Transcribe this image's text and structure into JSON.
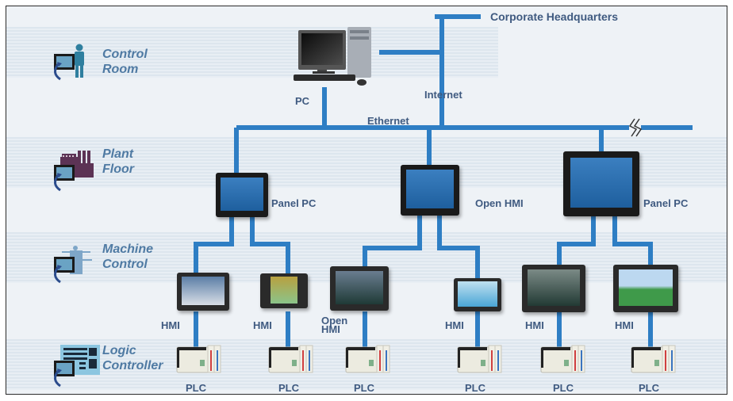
{
  "diagram": {
    "tiers": [
      {
        "name": "Control Room",
        "line1": "Control",
        "line2": "Room",
        "icon": "operator-person-icon"
      },
      {
        "name": "Plant Floor",
        "line1": "Plant",
        "line2": "Floor",
        "icon": "factory-icon"
      },
      {
        "name": "Machine Control",
        "line1": "Machine",
        "line2": "Control",
        "icon": "machine-icon"
      },
      {
        "name": "Logic Controller",
        "line1": "Logic",
        "line2": "Controller",
        "icon": "logic-controller-icon"
      }
    ],
    "network": {
      "corporate": "Corporate Headquarters",
      "internet": "Internet",
      "ethernet": "Ethernet",
      "pc": "PC",
      "break_symbol": "line-break-icon"
    },
    "panels": [
      {
        "label": "Panel PC",
        "type": "panel-pc"
      },
      {
        "label": "Open HMI",
        "type": "open-hmi"
      },
      {
        "label": "Panel PC",
        "type": "panel-pc"
      }
    ],
    "hmis": [
      {
        "label": "HMI"
      },
      {
        "label": "HMI"
      },
      {
        "label_line1": "Open",
        "label_line2": "HMI"
      },
      {
        "label": "HMI"
      },
      {
        "label": "HMI"
      },
      {
        "label": "HMI"
      }
    ],
    "plcs": [
      {
        "label": "PLC"
      },
      {
        "label": "PLC"
      },
      {
        "label": "PLC"
      },
      {
        "label": "PLC"
      },
      {
        "label": "PLC"
      },
      {
        "label": "PLC"
      }
    ],
    "colors": {
      "link": "#2e7ec4",
      "label": "#3f5a80",
      "tier_label": "#4f7aa3"
    }
  }
}
